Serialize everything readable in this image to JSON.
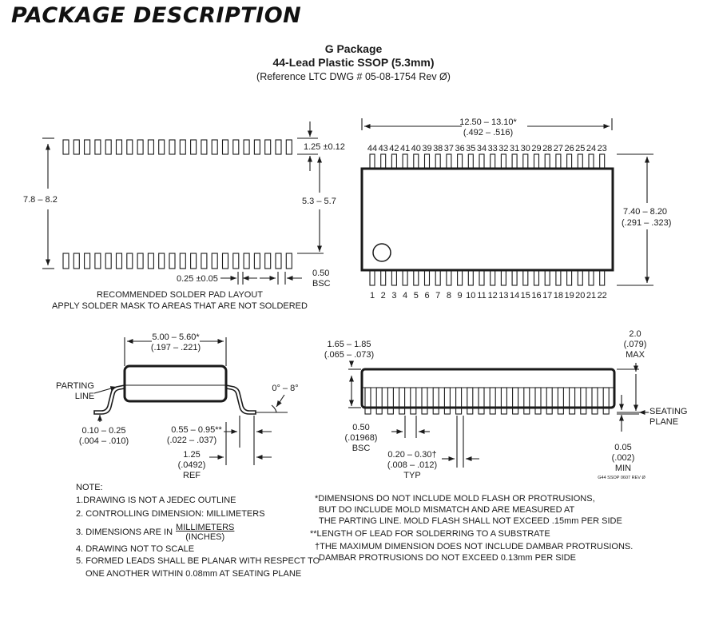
{
  "header": {
    "section_title": "PACKAGE DESCRIPTION"
  },
  "package": {
    "name": "G Package",
    "description": "44-Lead Plastic SSOP (5.3mm)",
    "reference": "(Reference LTC DWG # 05-08-1754 Rev Ø)"
  },
  "pad_layout": {
    "pad_height": "1.25 ±0.12",
    "overall_span": "7.8 – 8.2",
    "inner_span": "5.3 – 5.7",
    "pad_width": "0.25 ±0.05",
    "pitch": "0.50",
    "pitch_note": "BSC",
    "caption_line1": "RECOMMENDED SOLDER PAD LAYOUT",
    "caption_line2": "APPLY SOLDER MASK TO AREAS THAT ARE NOT SOLDERED"
  },
  "top_view": {
    "length_mm": "12.50 – 13.10*",
    "length_in": "(.492 – .516)",
    "width_mm": "7.40 – 8.20",
    "width_in": "(.291 – .323)",
    "top_pins": [
      "44",
      "43",
      "42",
      "41",
      "40",
      "39",
      "38",
      "37",
      "36",
      "35",
      "34",
      "33",
      "32",
      "31",
      "30",
      "29",
      "28",
      "27",
      "26",
      "25",
      "24",
      "23"
    ],
    "bottom_pins": [
      "1",
      "2",
      "3",
      "4",
      "5",
      "6",
      "7",
      "8",
      "9",
      "10",
      "11",
      "12",
      "13",
      "14",
      "15",
      "16",
      "17",
      "18",
      "19",
      "20",
      "21",
      "22"
    ]
  },
  "end_view": {
    "width_mm": "5.00 – 5.60*",
    "width_in": "(.197 – .221)",
    "parting_line_1": "PARTING",
    "parting_line_2": "LINE",
    "angle": "0° – 8°",
    "thickness_mm": "0.10 – 0.25",
    "thickness_in": "(.004 – .010)",
    "lead_length_mm": "0.55 – 0.95**",
    "lead_length_in": "(.022 – .037)",
    "footprint_mm": "1.25",
    "footprint_in": "(.0492)",
    "footprint_note": "REF"
  },
  "side_view": {
    "body_height_mm": "1.65 – 1.85",
    "body_height_in": "(.065 – .073)",
    "max_height_mm": "2.0",
    "max_height_in": "(.079)",
    "max_height_note": "MAX",
    "seating_1": "SEATING",
    "seating_2": "PLANE",
    "pitch_mm": "0.50",
    "pitch_in": "(.01968)",
    "pitch_note": "BSC",
    "lead_width_mm": "0.20 – 0.30†",
    "lead_width_in": "(.008 – .012)",
    "lead_width_note": "TYP",
    "standoff_mm": "0.05",
    "standoff_in": "(.002)",
    "standoff_note": "MIN",
    "drawing_code": "G44 SSOP 0607 REV Ø"
  },
  "notes_left": {
    "heading": "NOTE:",
    "n1": "1.DRAWING IS NOT A JEDEC OUTLINE",
    "n2": "2. CONTROLLING DIMENSION: MILLIMETERS",
    "n3_prefix": "3. DIMENSIONS ARE IN",
    "n3_top": "MILLIMETERS",
    "n3_bottom": "(INCHES)",
    "n4": "4. DRAWING NOT TO SCALE",
    "n5a": "5. FORMED LEADS SHALL BE PLANAR WITH RESPECT TO",
    "n5b": "ONE ANOTHER WITHIN 0.08mm AT SEATING PLANE"
  },
  "notes_right": {
    "a1": "*DIMENSIONS DO NOT INCLUDE MOLD FLASH OR PROTRUSIONS,",
    "a2": "BUT DO INCLUDE MOLD MISMATCH AND ARE MEASURED AT",
    "a3": "THE PARTING LINE. MOLD FLASH SHALL NOT EXCEED .15mm PER SIDE",
    "b1": "**LENGTH OF LEAD FOR SOLDERRING TO A SUBSTRATE",
    "c1": "†THE MAXIMUM DIMENSION DOES NOT INCLUDE DAMBAR PROTRUSIONS.",
    "c2": "DAMBAR PROTRUSIONS DO NOT EXCEED 0.13mm PER SIDE"
  }
}
